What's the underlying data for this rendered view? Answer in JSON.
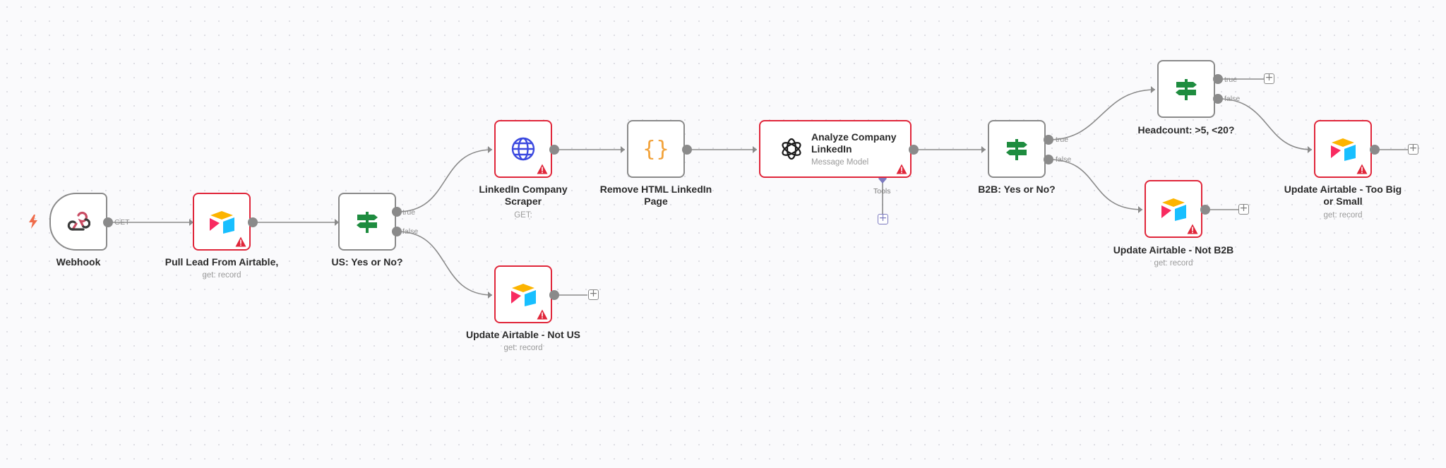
{
  "workflow": {
    "webhook": {
      "label": "Webhook",
      "method": "GET"
    },
    "pull_lead": {
      "label": "Pull Lead From Airtable,",
      "sub": "get: record"
    },
    "if_us": {
      "label": "US: Yes or No?",
      "true_label": "true",
      "false_label": "false"
    },
    "linkedin_scraper": {
      "label": "LinkedIn Company Scraper",
      "sub": "GET:"
    },
    "update_not_us": {
      "label": "Update Airtable - Not US",
      "sub": "get: record"
    },
    "remove_html": {
      "label": "Remove HTML LinkedIn Page"
    },
    "analyze": {
      "title": "Analyze Company LinkedIn",
      "sub": "Message Model",
      "tools_label": "Tools"
    },
    "if_b2b": {
      "label": "B2B: Yes or No?",
      "true_label": "true",
      "false_label": "false"
    },
    "if_headcount": {
      "label": "Headcount: >5, <20?",
      "true_label": "true",
      "false_label": "false"
    },
    "update_not_b2b": {
      "label": "Update Airtable - Not B2B",
      "sub": "get: record"
    },
    "update_too_big": {
      "label": "Update Airtable - Too Big or Small",
      "sub": "get: record"
    }
  },
  "icons": {
    "trigger": "lightning-bolt-icon",
    "webhook": "webhook-icon",
    "airtable": "airtable-icon",
    "if": "signpost-icon",
    "http": "globe-icon",
    "code": "curly-braces-icon",
    "openai": "openai-icon",
    "warning": "warning-triangle-icon",
    "add": "plus-icon"
  },
  "colors": {
    "error_border": "#e0263a",
    "node_border": "#8a8a8a",
    "edge": "#8a8a8a",
    "if_green": "#1e8c3f",
    "code_orange": "#f2a23a",
    "http_blue": "#3b49df",
    "tool_purple": "#7d7bbf"
  }
}
